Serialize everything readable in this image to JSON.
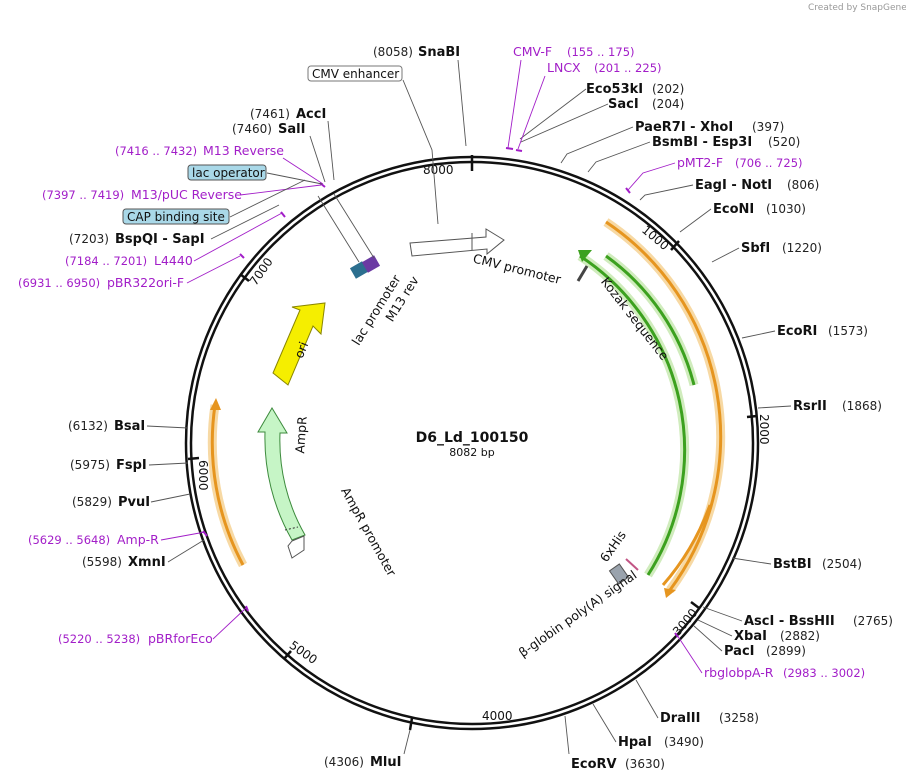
{
  "plasmid": {
    "name": "D6_Ld_100150",
    "length": "8082 bp"
  },
  "watermark": "Created by SnapGene",
  "tick_labels": [
    "1000",
    "2000",
    "3000",
    "4000",
    "5000",
    "6000",
    "7000",
    "8000"
  ],
  "sites": [
    {
      "name": "SnaBI",
      "pos": "(8058)"
    },
    {
      "name": "Eco53kI",
      "pos": "(202)"
    },
    {
      "name": "SacI",
      "pos": "(204)"
    },
    {
      "name": "PaeR7I  -  XhoI",
      "pos": "(397)"
    },
    {
      "name": "BsmBI  -  Esp3I",
      "pos": "(520)"
    },
    {
      "name": "EagI  -  NotI",
      "pos": "(806)"
    },
    {
      "name": "EcoNI",
      "pos": "(1030)"
    },
    {
      "name": "SbfI",
      "pos": "(1220)"
    },
    {
      "name": "EcoRI",
      "pos": "(1573)"
    },
    {
      "name": "RsrII",
      "pos": "(1868)"
    },
    {
      "name": "BstBI",
      "pos": "(2504)"
    },
    {
      "name": "AscI  -  BssHII",
      "pos": "(2765)"
    },
    {
      "name": "XbaI",
      "pos": "(2882)"
    },
    {
      "name": "PacI",
      "pos": "(2899)"
    },
    {
      "name": "DraIII",
      "pos": "(3258)"
    },
    {
      "name": "HpaI",
      "pos": "(3490)"
    },
    {
      "name": "EcoRV",
      "pos": "(3630)"
    },
    {
      "name": "MluI",
      "pos": "(4306)"
    },
    {
      "name": "XmnI",
      "pos": "(5598)"
    },
    {
      "name": "PvuI",
      "pos": "(5829)"
    },
    {
      "name": "FspI",
      "pos": "(5975)"
    },
    {
      "name": "BsaI",
      "pos": "(6132)"
    },
    {
      "name": "BspQI  -  SapI",
      "pos": "(7203)"
    },
    {
      "name": "SalI",
      "pos": "(7460)"
    },
    {
      "name": "AccI",
      "pos": "(7461)"
    }
  ],
  "primers": [
    {
      "name": "CMV-F",
      "pos": "(155 .. 175)"
    },
    {
      "name": "LNCX",
      "pos": "(201 .. 225)"
    },
    {
      "name": "pMT2-F",
      "pos": "(706 .. 725)"
    },
    {
      "name": "rbglobpA-R",
      "pos": "(2983 .. 3002)"
    },
    {
      "name": "pBRforEco",
      "pos": "(5220 .. 5238)"
    },
    {
      "name": "Amp-R",
      "pos": "(5629 .. 5648)"
    },
    {
      "name": "pBR322ori-F",
      "pos": "(6931 .. 6950)"
    },
    {
      "name": "L4440",
      "pos": "(7184 .. 7201)"
    },
    {
      "name": "M13/pUC Reverse",
      "pos": "(7397 .. 7419)"
    },
    {
      "name": "M13 Reverse",
      "pos": "(7416 .. 7432)"
    }
  ],
  "boxed_features": [
    "CMV enhancer",
    "lac operator",
    "CAP binding site"
  ],
  "features": [
    "CMV promoter",
    "Kozak sequence",
    "6xHis",
    "β-globin poly(A) signal",
    "AmpR",
    "AmpR promoter",
    "ori",
    "lac promoter",
    "M13 rev"
  ],
  "colors": {
    "primer": "#a21ec8",
    "orf_orange": "#e6951f",
    "orf_green": "#3ca11f",
    "ori": "#f5ee00",
    "ampr": "#c6f5c6"
  }
}
